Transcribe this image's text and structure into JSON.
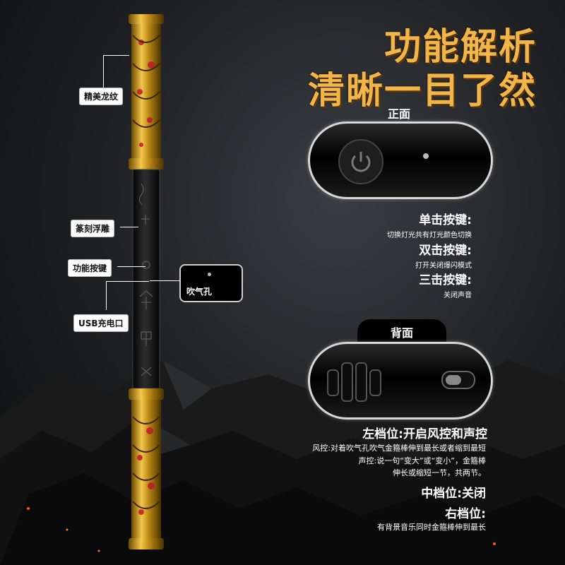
{
  "headline": {
    "line1": "功能解析",
    "line2": "清晰一目了然"
  },
  "labels": {
    "dragon_pattern": "精美龙纹",
    "seal_relief": "篆刻浮雕",
    "function_button": "功能按键",
    "blow_hole": "吹气孔",
    "usb_charging": "USB充电口"
  },
  "front": {
    "title": "正面",
    "single_click_title": "单击按键:",
    "single_click_desc": "切换灯光共有灯光颜色切换",
    "double_click_title": "双击按键:",
    "double_click_desc": "打开关闭爆闪模式",
    "triple_click_title": "三击按键:",
    "triple_click_desc": "关闭声音"
  },
  "back": {
    "title": "背面",
    "left_title": "左档位:开启风控和声控",
    "wind_desc": "风控:对着吹气孔吹气金箍棒伸到最长或者缩到最短",
    "voice_desc_1": "声控:说一句“变大”或“变小”，金箍棒",
    "voice_desc_2": "伸长或缩短一节，共两节。",
    "middle_title": "中档位:关闭",
    "right_title": "右档位:",
    "right_desc": "有背景音乐同时金箍棒伸到最长"
  },
  "colors": {
    "gold": "#f2b54a",
    "dark": "#0d0e10",
    "white": "#ffffff"
  }
}
